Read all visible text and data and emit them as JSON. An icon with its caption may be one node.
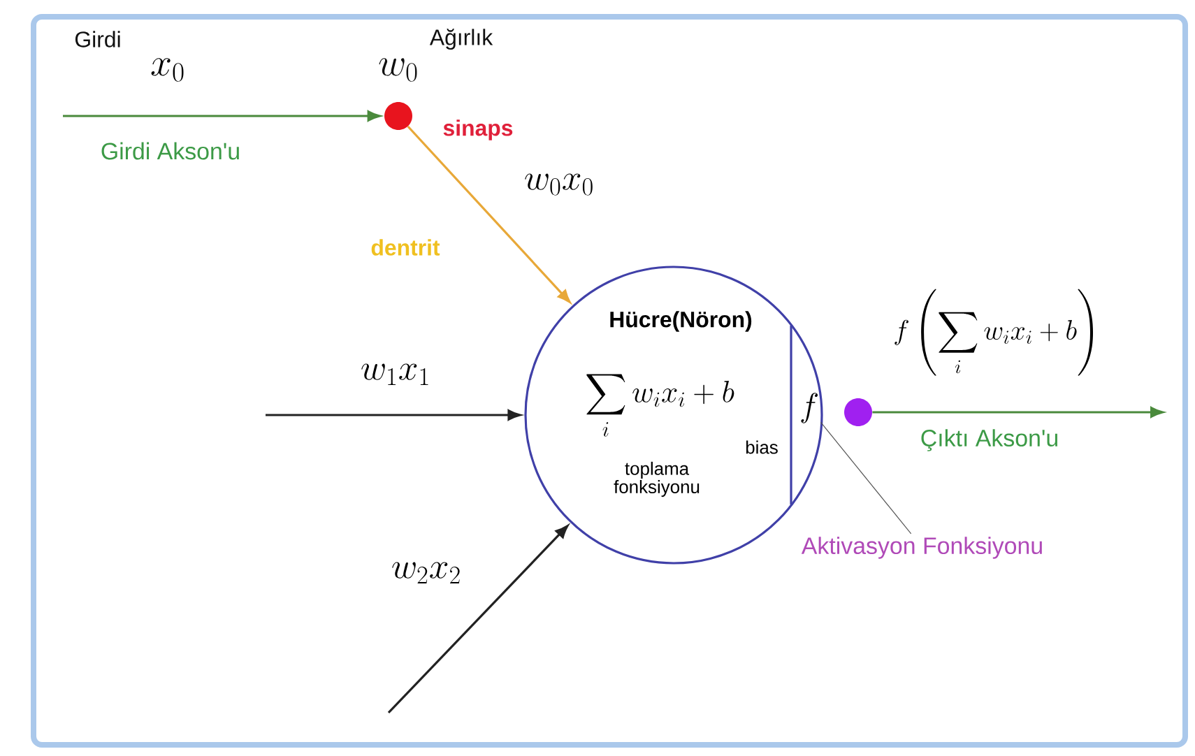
{
  "diagram": {
    "nodes": [
      {
        "text": [],
        "shape": "circle",
        "beside": [
          "sinaps"
        ]
      },
      {
        "text": [
          "Hücre(Nöron)",
          "\\sum_i w_i x_i + b",
          "toplama fonksiyonu",
          "bias"
        ]
      },
      {
        "text": [
          "f"
        ],
        "in": 1
      },
      {
        "text": [],
        "shape": "circle"
      },
      {
        "text": [
          "Aktivasyon Fonksiyonu"
        ]
      }
    ],
    "edges": [
      {
        "from": null,
        "to": 0,
        "arrow": "to",
        "label": "x_0",
        "color": "#4a8a3c"
      },
      {
        "from": 0,
        "to": 1,
        "arrow": "to",
        "label": "w_0x_0",
        "color": "#e8a838"
      },
      {
        "from": null,
        "to": 1,
        "arrow": "to",
        "label": "w_1x_1",
        "color": "#222222"
      },
      {
        "from": null,
        "to": 1,
        "arrow": "to",
        "label": "w_2x_2",
        "color": "#222222"
      },
      {
        "from": 3,
        "to": null,
        "arrow": "to",
        "label": "f\\left(\\sum_i w_i x_i + b\\right)",
        "color": "#4a8a3c"
      },
      {
        "from": 4,
        "to": 2,
        "arrow": "none",
        "color": "#555555"
      }
    ],
    "labels": [
      "Girdi",
      "Ağırlık",
      "w_0",
      "Girdi Akson'u",
      "dentrit",
      "Çıktı Akson'u"
    ]
  }
}
